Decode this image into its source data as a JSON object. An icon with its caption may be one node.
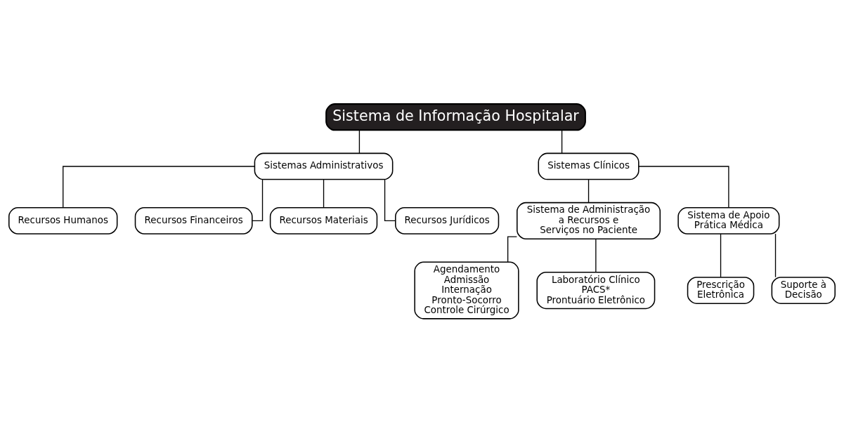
{
  "diagram": {
    "nodes": [
      {
        "text": [
          "Sistema de Informação Hospitalar"
        ]
      },
      {
        "text": [
          "Sistemas Administrativos"
        ]
      },
      {
        "text": [
          "Sistemas Clínicos"
        ]
      },
      {
        "text": [
          "Recursos Humanos"
        ]
      },
      {
        "text": [
          "Recursos Financeiros"
        ]
      },
      {
        "text": [
          "Recursos Materiais"
        ]
      },
      {
        "text": [
          "Recursos Jurídicos"
        ]
      },
      {
        "text": [
          "Sistema de Administração a Recursos e Serviços no Paciente"
        ]
      },
      {
        "text": [
          "Sistema de Apoio Prática Médica"
        ]
      },
      {
        "text": [
          "Agendamento",
          "Admissão",
          "Internação",
          "Pronto-Socorro",
          "Controle Cirúrgico"
        ]
      },
      {
        "text": [
          "Laboratório Clínico",
          "PACS*",
          "Prontuário Eletrônico"
        ]
      },
      {
        "text": [
          "Prescrição Eletrônica"
        ]
      },
      {
        "text": [
          "Suporte à Decisão"
        ]
      }
    ],
    "edges": [
      {
        "from": 0,
        "to": 1,
        "arrow": "none"
      },
      {
        "from": 0,
        "to": 2,
        "arrow": "none"
      },
      {
        "from": 1,
        "to": 3,
        "arrow": "none"
      },
      {
        "from": 1,
        "to": 4,
        "arrow": "none"
      },
      {
        "from": 1,
        "to": 5,
        "arrow": "none"
      },
      {
        "from": 1,
        "to": 6,
        "arrow": "none"
      },
      {
        "from": 2,
        "to": 7,
        "arrow": "none"
      },
      {
        "from": 2,
        "to": 8,
        "arrow": "none"
      },
      {
        "from": 7,
        "to": 9,
        "arrow": "none"
      },
      {
        "from": 7,
        "to": 10,
        "arrow": "none"
      },
      {
        "from": 8,
        "to": 11,
        "arrow": "none"
      },
      {
        "from": 8,
        "to": 12,
        "arrow": "none"
      }
    ]
  }
}
